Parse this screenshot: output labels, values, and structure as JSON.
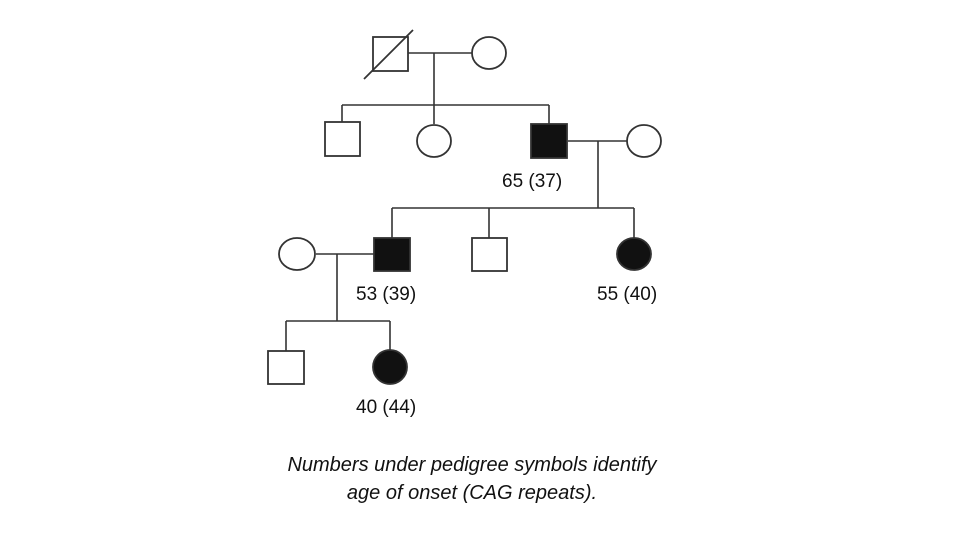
{
  "pedigree": {
    "labels": {
      "gen2_affected_male": "65 (37)",
      "gen3_affected_male": "53 (39)",
      "gen3_affected_female": "55 (40)",
      "gen4_affected_female": "40 (44)"
    },
    "individuals": [
      {
        "id": "I-1",
        "sex": "male",
        "affected": false,
        "deceased": true
      },
      {
        "id": "I-2",
        "sex": "female",
        "affected": false,
        "deceased": false
      },
      {
        "id": "II-1",
        "sex": "male",
        "affected": false,
        "deceased": false
      },
      {
        "id": "II-2",
        "sex": "female",
        "affected": false,
        "deceased": false
      },
      {
        "id": "II-3",
        "sex": "male",
        "affected": true,
        "deceased": false
      },
      {
        "id": "II-4",
        "sex": "female",
        "affected": false,
        "deceased": false
      },
      {
        "id": "III-1",
        "sex": "female",
        "affected": false,
        "deceased": false
      },
      {
        "id": "III-2",
        "sex": "male",
        "affected": true,
        "deceased": false
      },
      {
        "id": "III-3",
        "sex": "male",
        "affected": false,
        "deceased": false
      },
      {
        "id": "III-4",
        "sex": "female",
        "affected": true,
        "deceased": false
      },
      {
        "id": "IV-1",
        "sex": "male",
        "affected": false,
        "deceased": false
      },
      {
        "id": "IV-2",
        "sex": "female",
        "affected": true,
        "deceased": false
      }
    ]
  },
  "caption": {
    "line1": "Numbers under pedigree symbols identify",
    "line2": "age of onset (CAG repeats)."
  },
  "colors": {
    "affected": "#111111",
    "unaffected": "#ffffff",
    "line": "#333333"
  }
}
